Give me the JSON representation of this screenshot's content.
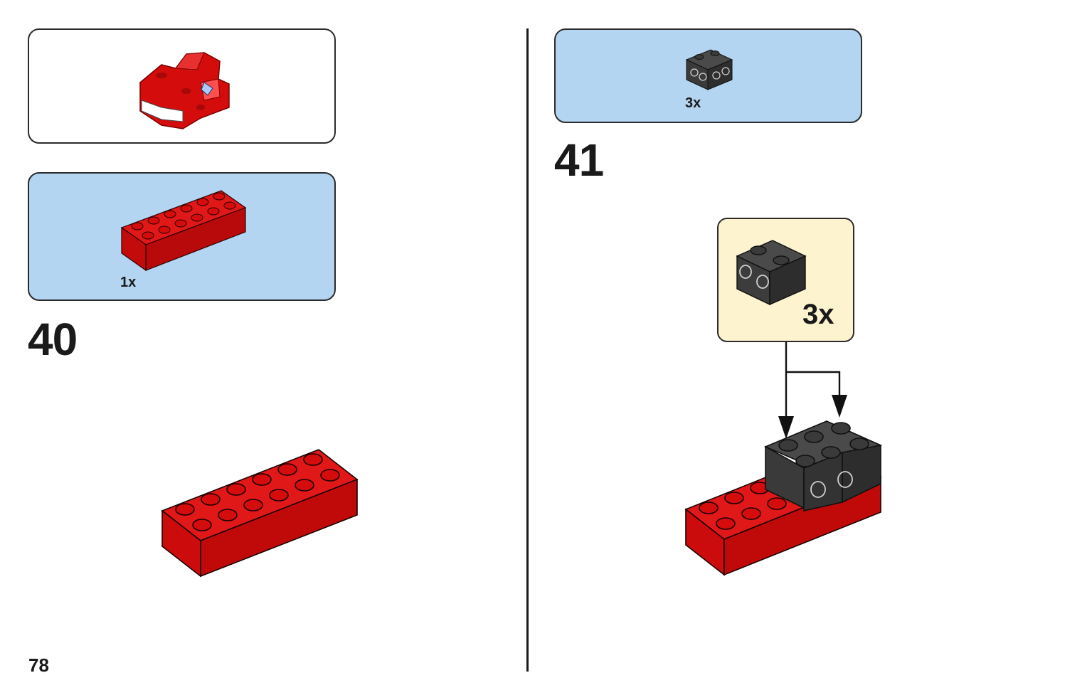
{
  "page": {
    "number": "78"
  },
  "steps": [
    {
      "number": "40",
      "previous_model_icon": "red-dragon-head-model",
      "parts": [
        {
          "quantity": "1x",
          "part": "red-brick-2x6-icon",
          "color": "#d50c0c"
        }
      ],
      "assembly": "red-brick-2x6"
    },
    {
      "number": "41",
      "parts": [
        {
          "quantity": "3x",
          "part": "black-brick-1x2-with-side-studs-icon",
          "color": "#3a3a3a"
        }
      ],
      "callout": {
        "quantity": "3x",
        "part": "black-brick-1x2-with-side-studs-icon"
      },
      "assembly": "black-bricks-on-red-brick"
    }
  ],
  "colors": {
    "red": "#d50c0c",
    "red_dark": "#a80808",
    "black_brick": "#3a3a3a",
    "parts_panel": "#b3d5f2",
    "callout_panel": "#fdf3cf"
  }
}
